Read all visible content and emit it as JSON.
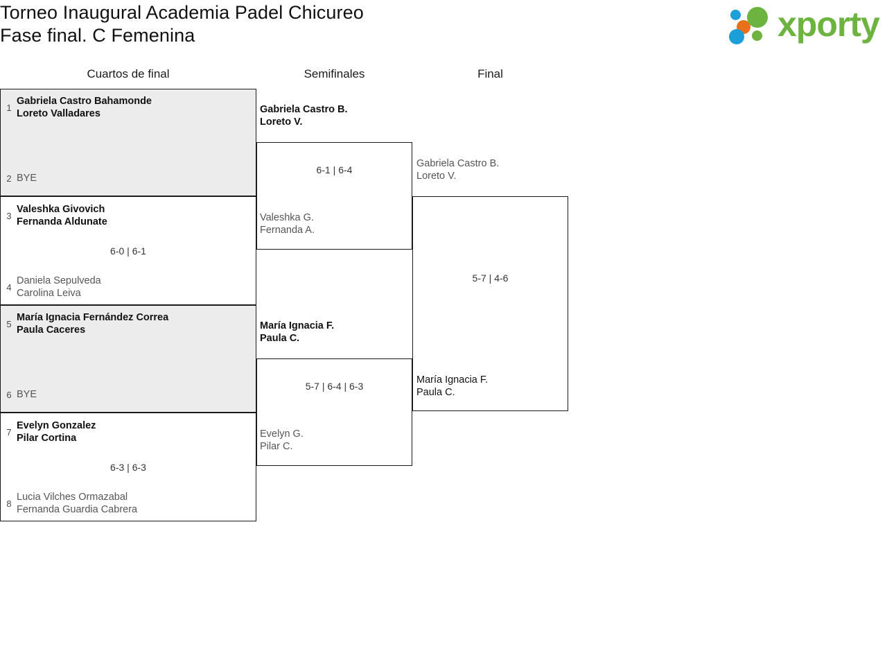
{
  "header": {
    "title_line1": "Torneo Inaugural Academia Padel Chicureo",
    "title_line2": "Fase final. C Femenina",
    "logo": {
      "wordmark": "xporty",
      "green": "#6cb33f",
      "blue": "#1a9fd9",
      "orange": "#e8701a"
    }
  },
  "rounds": [
    {
      "label": "Cuartos de final"
    },
    {
      "label": "Semifinales"
    },
    {
      "label": "Final"
    }
  ],
  "matches": {
    "qf1": {
      "top": {
        "seed": "1",
        "n1": "Gabriela Castro Bahamonde",
        "n2": "Loreto Valladares"
      },
      "bottom": {
        "seed": "2",
        "n1": "BYE",
        "n2": ""
      },
      "score": ""
    },
    "qf2": {
      "top": {
        "seed": "3",
        "n1": "Valeshka Givovich",
        "n2": "Fernanda Aldunate"
      },
      "bottom": {
        "seed": "4",
        "n1": "Daniela Sepulveda",
        "n2": "Carolina Leiva"
      },
      "score": "6-0 | 6-1"
    },
    "qf3": {
      "top": {
        "seed": "5",
        "n1": "María Ignacia Fernández Correa",
        "n2": "Paula Caceres"
      },
      "bottom": {
        "seed": "6",
        "n1": "BYE",
        "n2": ""
      },
      "score": ""
    },
    "qf4": {
      "top": {
        "seed": "7",
        "n1": "Evelyn Gonzalez",
        "n2": "Pilar Cortina"
      },
      "bottom": {
        "seed": "8",
        "n1": "Lucia Vilches Ormazabal",
        "n2": "Fernanda Guardia Cabrera"
      },
      "score": "6-3 | 6-3"
    },
    "sf1": {
      "top": {
        "n1": "Gabriela Castro B.",
        "n2": "Loreto V."
      },
      "bottom": {
        "n1": "Valeshka G.",
        "n2": "Fernanda A."
      },
      "score": "6-1 | 6-4"
    },
    "sf2": {
      "top": {
        "n1": "María Ignacia F.",
        "n2": "Paula C."
      },
      "bottom": {
        "n1": "Evelyn G.",
        "n2": "Pilar C."
      },
      "score": "5-7 | 6-4 | 6-3"
    },
    "final": {
      "top": {
        "n1": "Gabriela Castro B.",
        "n2": "Loreto V."
      },
      "bottom": {
        "n1": "María Ignacia F.",
        "n2": "Paula C."
      },
      "score": "5-7 | 4-6"
    }
  }
}
